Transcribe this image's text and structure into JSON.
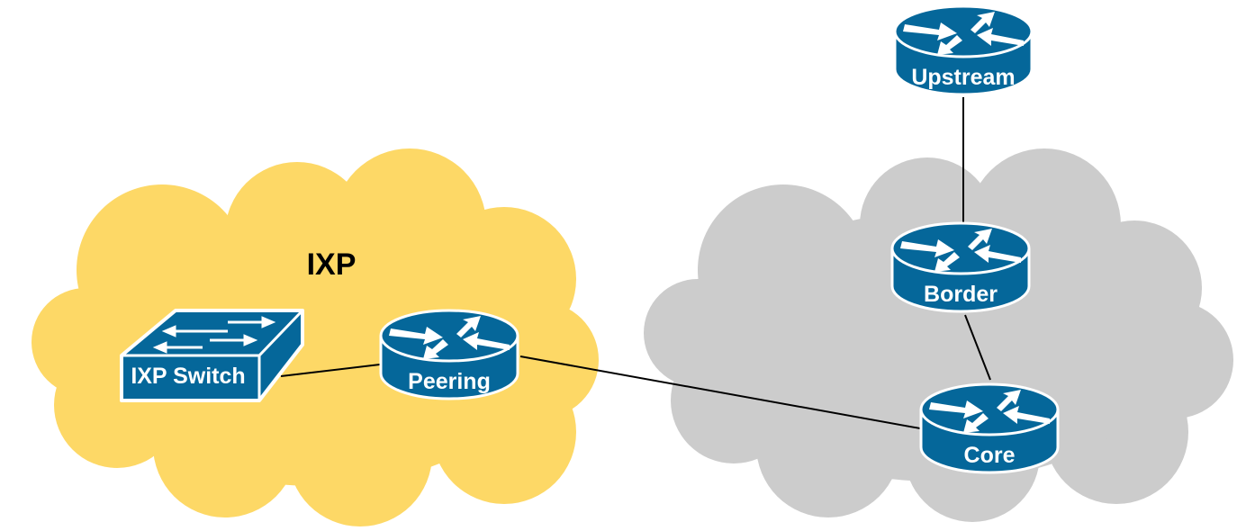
{
  "clouds": {
    "ixp_label": "IXP"
  },
  "devices": {
    "upstream": "Upstream",
    "border": "Border",
    "core": "Core",
    "peering": "Peering",
    "ixp_switch": "IXP Switch"
  },
  "colors": {
    "device": "#05679a",
    "ixp_cloud": "#fdd866",
    "network_cloud": "#cccccc",
    "link": "#000000"
  }
}
